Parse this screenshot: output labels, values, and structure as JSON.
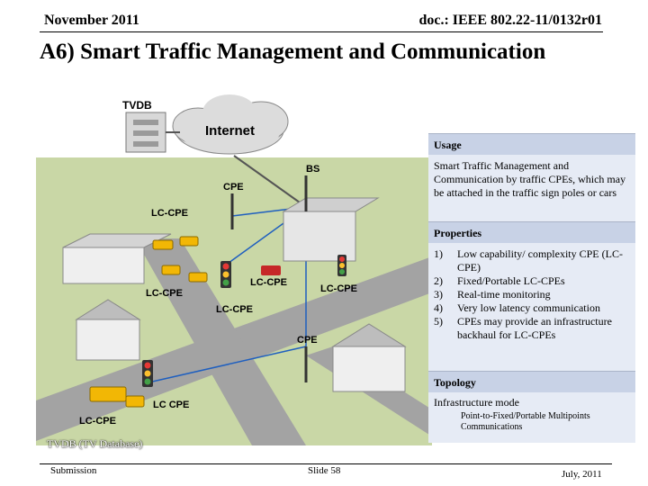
{
  "header": {
    "date": "November 2011",
    "doc": "doc.: IEEE 802.22-11/0132r01"
  },
  "title": "A6) Smart Traffic Management and Communication",
  "diagram": {
    "tvdb": "TVDB",
    "internet": "Internet",
    "bs": "BS",
    "cpe": "CPE",
    "lc_cpe": "LC-CPE",
    "lc_cpe_space": "LC CPE",
    "caption": "TVDB (TV Database)"
  },
  "panel": {
    "usage_header": "Usage",
    "usage_text": "Smart Traffic Management and Communication by  traffic CPEs, which may be attached in the traffic sign poles or cars",
    "properties_header": "Properties",
    "properties": [
      {
        "num": "1)",
        "text": "Low capability/ complexity CPE (LC-CPE)"
      },
      {
        "num": "2)",
        "text": "Fixed/Portable LC-CPEs"
      },
      {
        "num": "3)",
        "text": "Real-time monitoring"
      },
      {
        "num": "4)",
        "text": "Very low latency communication"
      },
      {
        "num": "5)",
        "text": "CPEs may provide an infrastructure backhaul for LC-CPEs"
      }
    ],
    "topology_header": "Topology",
    "topology_text": "Infrastructure mode",
    "topology_sub": "Point-to-Fixed/Portable Multipoints Communications"
  },
  "footer": {
    "left": "Submission",
    "mid": "Slide 58",
    "right": "July, 2011"
  },
  "colors": {
    "ground": "#c9d7a6",
    "road": "#9a9a9a",
    "header_band": "#c8d2e6",
    "body_band": "#e6ebf5",
    "network_link": "#1f5fbf"
  }
}
